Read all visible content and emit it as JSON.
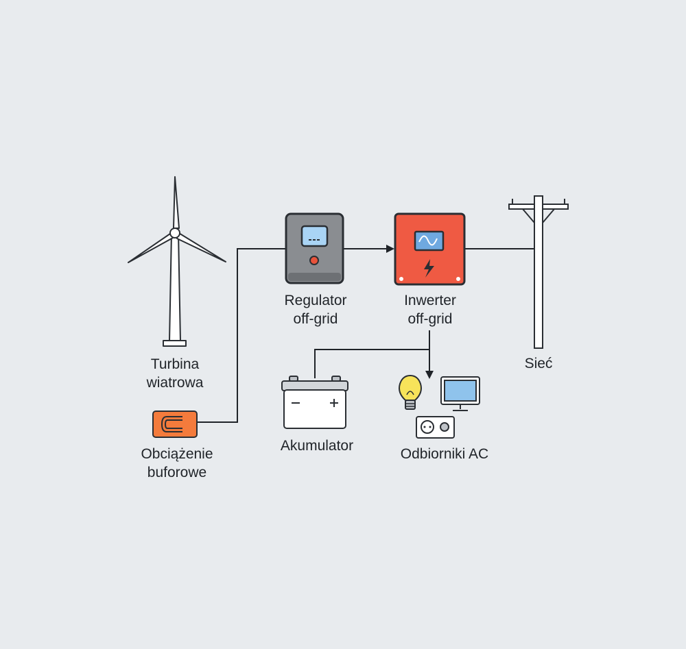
{
  "nodes": {
    "turbine": {
      "label": [
        "Turbina",
        "wiatrowa"
      ]
    },
    "dump_load": {
      "label": [
        "Obciążenie",
        "buforowe"
      ]
    },
    "controller": {
      "label": [
        "Regulator",
        "off-grid"
      ]
    },
    "inverter": {
      "label": [
        "Inwerter",
        "off-grid"
      ]
    },
    "grid": {
      "label": [
        "Sieć"
      ]
    },
    "battery": {
      "label": [
        "Akumulator"
      ]
    },
    "ac_loads": {
      "label": [
        "Odbiorniki AC"
      ]
    }
  },
  "colors": {
    "background": "#e8ebee",
    "line": "#1f2328",
    "controller_body": "#8a8d91",
    "controller_screen": "#a9d4f5",
    "controller_led": "#e8533b",
    "inverter_body": "#ef5a43",
    "inverter_screen": "#6fa9e0",
    "dump_load_body": "#f47b3c",
    "bulb": "#f7e35a",
    "monitor_screen": "#8fc3ec"
  }
}
